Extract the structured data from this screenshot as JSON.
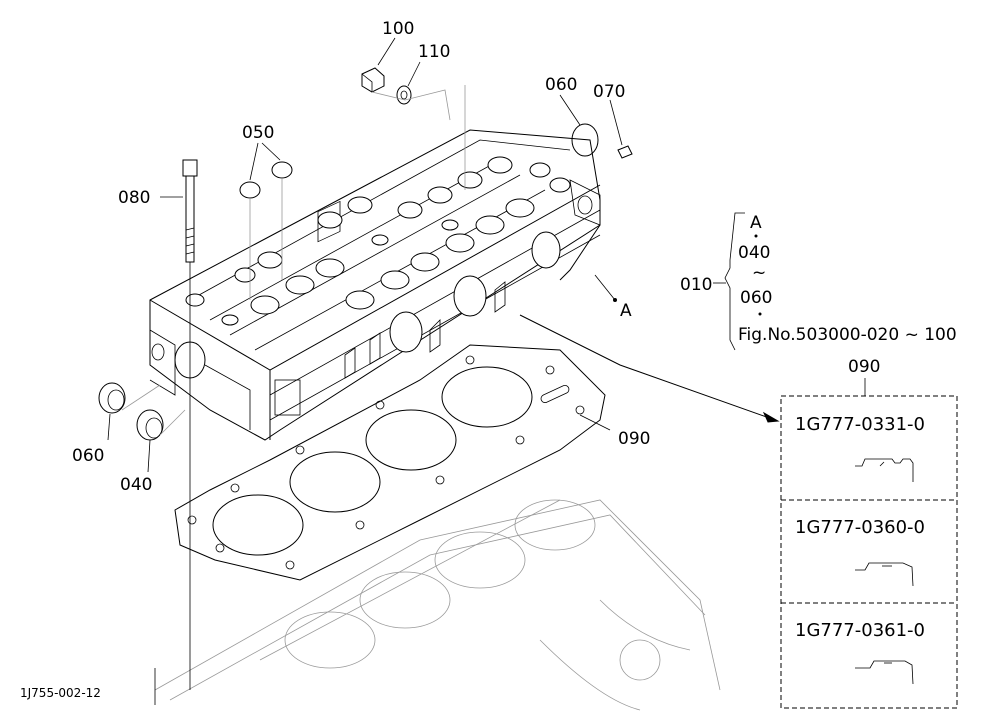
{
  "callouts": {
    "p100": "100",
    "p110": "110",
    "p060_top": "060",
    "p070": "070",
    "p050": "050",
    "p080": "080",
    "p060_left": "060",
    "p040": "040",
    "p090_gasket": "090",
    "point_a": "A"
  },
  "assembly_ref": {
    "label": "010",
    "lines": [
      "A",
      "040",
      "~",
      "060"
    ],
    "fig_ref": "Fig.No.503000-020 ~ 100"
  },
  "gasket_variants": {
    "header": "090",
    "items": [
      {
        "part_no": "1G777-0331-0"
      },
      {
        "part_no": "1G777-0360-0"
      },
      {
        "part_no": "1G777-0361-0"
      }
    ]
  },
  "drawing_code": "1J755-002-12",
  "colors": {
    "line": "#000000",
    "background": "#ffffff",
    "ghost": "#999999"
  }
}
